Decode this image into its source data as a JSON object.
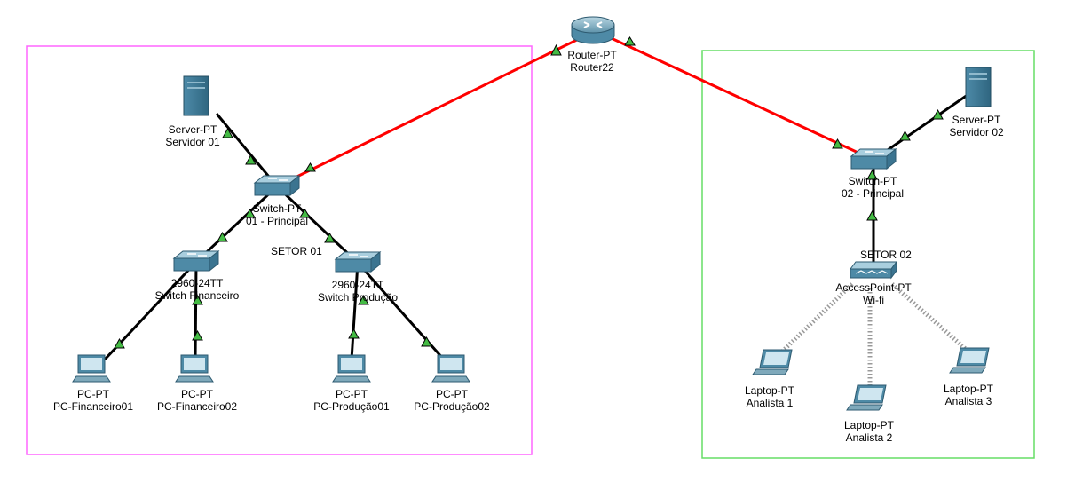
{
  "colors": {
    "sector1_border": "#ff66ff",
    "sector2_border": "#66dd66",
    "wan_link": "#ff0000",
    "lan_link": "#000000",
    "link_up_indicator": "#44bb44",
    "wireless_link": "#999999"
  },
  "sectors": {
    "sector1": {
      "label": "SETOR 01"
    },
    "sector2": {
      "label": "SETOR 02"
    }
  },
  "devices": {
    "router": {
      "icon": "router-icon",
      "type": "Router-PT",
      "name": "Router22"
    },
    "server1": {
      "icon": "server-icon",
      "type": "Server-PT",
      "name": "Servidor 01"
    },
    "switch1": {
      "icon": "switch-icon",
      "type": "Switch-PT",
      "name": "01 - Principal"
    },
    "swfin": {
      "icon": "switch-icon",
      "type": "2960-24TT",
      "name": "Switch Financeiro"
    },
    "swprod": {
      "icon": "switch-icon",
      "type": "2960-24TT",
      "name": "Switch Produção"
    },
    "pcfin1": {
      "icon": "pc-icon",
      "type": "PC-PT",
      "name": "PC-Financeiro01"
    },
    "pcfin2": {
      "icon": "pc-icon",
      "type": "PC-PT",
      "name": "PC-Financeiro02"
    },
    "pcprod1": {
      "icon": "pc-icon",
      "type": "PC-PT",
      "name": "PC-Produção01"
    },
    "pcprod2": {
      "icon": "pc-icon",
      "type": "PC-PT",
      "name": "PC-Produção02"
    },
    "server2": {
      "icon": "server-icon",
      "type": "Server-PT",
      "name": "Servidor 02"
    },
    "switch2": {
      "icon": "switch-icon",
      "type": "Switch-PT",
      "name": "02 - Principal"
    },
    "ap": {
      "icon": "access-point-icon",
      "type": "AccessPoint-PT",
      "name": "Wi-fi"
    },
    "laptop1": {
      "icon": "laptop-icon",
      "type": "Laptop-PT",
      "name": "Analista 1"
    },
    "laptop2": {
      "icon": "laptop-icon",
      "type": "Laptop-PT",
      "name": "Analista 2"
    },
    "laptop3": {
      "icon": "laptop-icon",
      "type": "Laptop-PT",
      "name": "Analista 3"
    }
  },
  "links": [
    {
      "from": "router",
      "to": "switch1",
      "kind": "wan"
    },
    {
      "from": "router",
      "to": "switch2",
      "kind": "wan"
    },
    {
      "from": "server1",
      "to": "switch1",
      "kind": "lan"
    },
    {
      "from": "switch1",
      "to": "swfin",
      "kind": "lan"
    },
    {
      "from": "switch1",
      "to": "swprod",
      "kind": "lan"
    },
    {
      "from": "swfin",
      "to": "pcfin1",
      "kind": "lan"
    },
    {
      "from": "swfin",
      "to": "pcfin2",
      "kind": "lan"
    },
    {
      "from": "swprod",
      "to": "pcprod1",
      "kind": "lan"
    },
    {
      "from": "swprod",
      "to": "pcprod2",
      "kind": "lan"
    },
    {
      "from": "server2",
      "to": "switch2",
      "kind": "lan"
    },
    {
      "from": "switch2",
      "to": "ap",
      "kind": "lan"
    },
    {
      "from": "ap",
      "to": "laptop1",
      "kind": "wireless"
    },
    {
      "from": "ap",
      "to": "laptop2",
      "kind": "wireless"
    },
    {
      "from": "ap",
      "to": "laptop3",
      "kind": "wireless"
    }
  ]
}
